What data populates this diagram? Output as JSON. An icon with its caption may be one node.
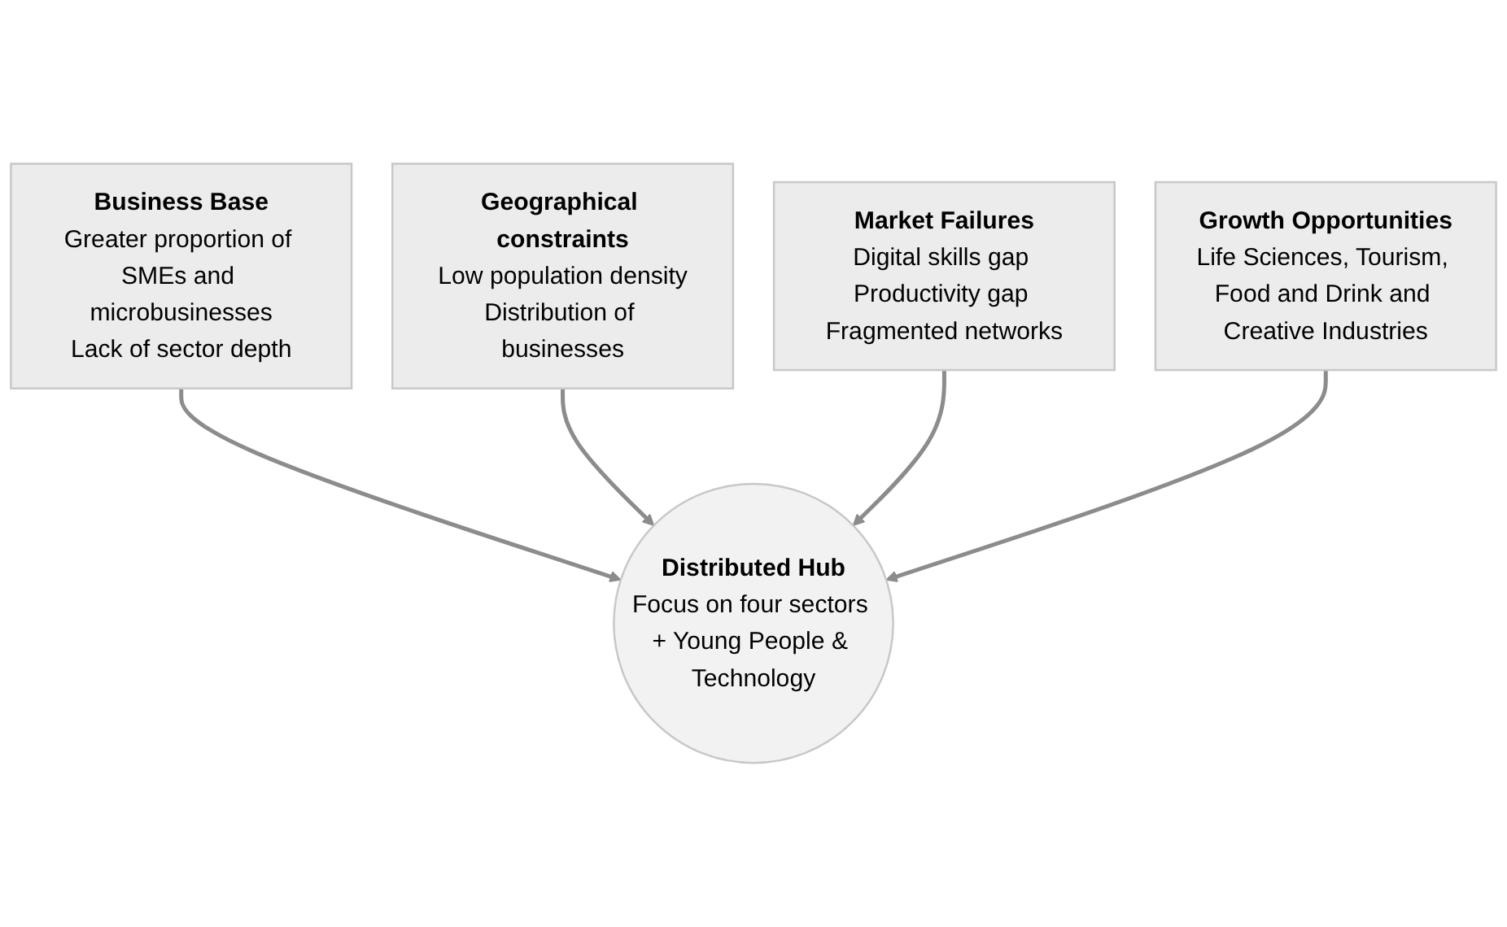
{
  "diagram": {
    "nodes": [
      {
        "text": [
          "Business Base",
          "Greater proportion of SMEs and microbusinesses",
          "Lack of sector depth"
        ]
      },
      {
        "text": [
          "Geographical constraints",
          "Low population density",
          "Distribution of businesses"
        ]
      },
      {
        "text": [
          "Market Failures",
          "Digital skills gap Productivity gap Fragmented networks"
        ]
      },
      {
        "text": [
          "Growth Opportunities",
          "Life Sciences, Tourism, Food and Drink and Creative Industries"
        ]
      },
      {
        "text": [
          "Distributed Hub",
          "Focus on four sectors + Young People & Technology"
        ]
      }
    ],
    "edges": [
      {
        "from": 0,
        "to": 4,
        "arrow": "to"
      },
      {
        "from": 1,
        "to": 4,
        "arrow": "to"
      },
      {
        "from": 2,
        "to": 4,
        "arrow": "to"
      },
      {
        "from": 3,
        "to": 4,
        "arrow": "to"
      }
    ]
  }
}
